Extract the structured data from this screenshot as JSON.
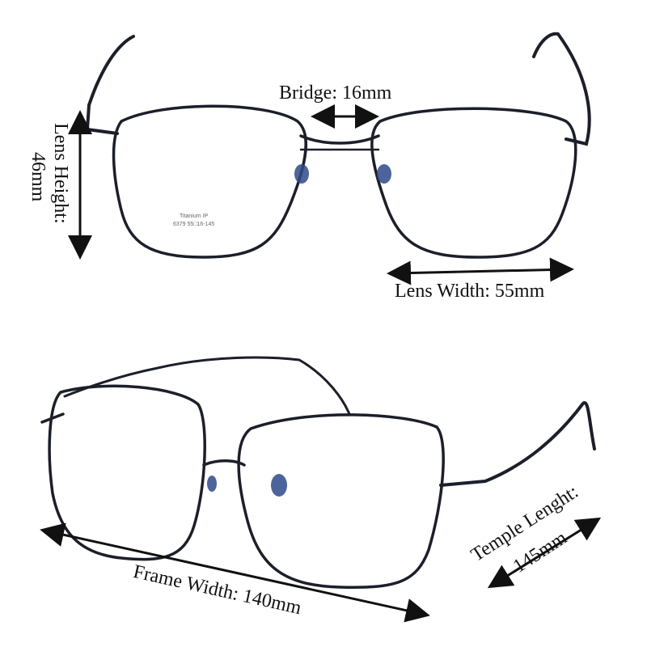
{
  "labels": {
    "bridge": "Bridge: 16mm",
    "lens_height": "Lens Height:",
    "lens_height_value": "46mm",
    "lens_width": "Lens Width: 55mm",
    "frame_width": "Frame Width:  140mm",
    "temple_length": "Temple Lenght:",
    "temple_length_value": "145mm"
  },
  "lens_print": {
    "line1": "Titanium IP",
    "line2": "6379 55□16-145"
  },
  "colors": {
    "frame": "#1c1f2a",
    "nose_pad": "#2f4a8a",
    "arrow": "#111111"
  }
}
